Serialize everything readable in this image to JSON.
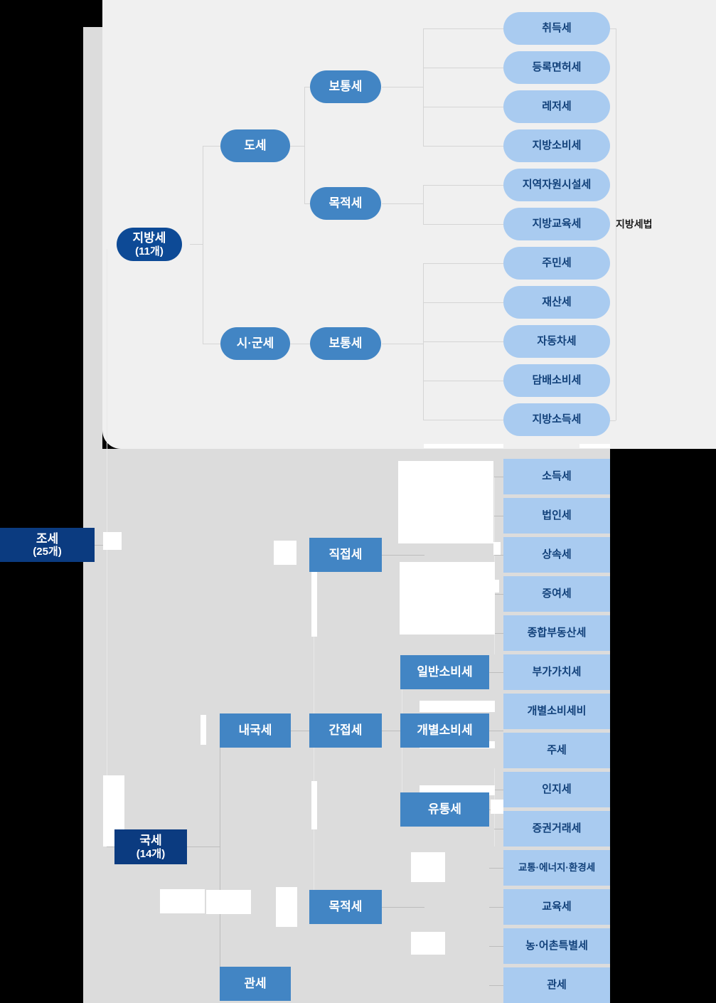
{
  "diagram": {
    "title": "조세 체계도",
    "colors": {
      "root_navy": "#0d4a96",
      "root_navy_dark": "#0b3b80",
      "mid_blue": "#4285c4",
      "leaf_blue": "#a9cbf0",
      "leaf_text": "#12417a",
      "panel_light": "#f0f0f0",
      "panel_gray": "#dcdcdc",
      "connector": "#d5d5d5",
      "backdrop": "#000000"
    }
  },
  "local_tax_section": {
    "root": {
      "label": "지방세",
      "count": "(11개)"
    },
    "branches": [
      {
        "label": "도세"
      },
      {
        "label": "시·군세"
      }
    ],
    "subbranches": [
      {
        "label": "보통세"
      },
      {
        "label": "목적세"
      },
      {
        "label": "보통세"
      }
    ],
    "leaves": [
      {
        "label": "취득세"
      },
      {
        "label": "등록면허세"
      },
      {
        "label": "레저세"
      },
      {
        "label": "지방소비세"
      },
      {
        "label": "지역자원시설세"
      },
      {
        "label": "지방교육세"
      },
      {
        "label": "주민세"
      },
      {
        "label": "재산세"
      },
      {
        "label": "자동차세"
      },
      {
        "label": "담배소비세"
      },
      {
        "label": "지방소득세"
      }
    ],
    "law_label": "지방세법"
  },
  "national_tax_section": {
    "root": {
      "label": "조세",
      "count": "(25개)"
    },
    "national": {
      "label": "국세",
      "count": "(14개)"
    },
    "branches": [
      {
        "label": "내국세"
      },
      {
        "label": "관세"
      }
    ],
    "subbranches": [
      {
        "label": "직접세"
      },
      {
        "label": "간접세"
      },
      {
        "label": "목적세"
      }
    ],
    "groups": [
      {
        "label": "일반소비세"
      },
      {
        "label": "개별소비세"
      },
      {
        "label": "유통세"
      }
    ],
    "leaves": [
      {
        "label": "소득세"
      },
      {
        "label": "법인세"
      },
      {
        "label": "상속세"
      },
      {
        "label": "증여세"
      },
      {
        "label": "종합부동산세"
      },
      {
        "label": "부가가치세"
      },
      {
        "label": "개별소비세비"
      },
      {
        "label": "주세"
      },
      {
        "label": "인지세"
      },
      {
        "label": "증권거래세"
      },
      {
        "label": "교통·에너지·환경세"
      },
      {
        "label": "교육세"
      },
      {
        "label": "농·어촌특별세"
      },
      {
        "label": "관세"
      }
    ]
  }
}
